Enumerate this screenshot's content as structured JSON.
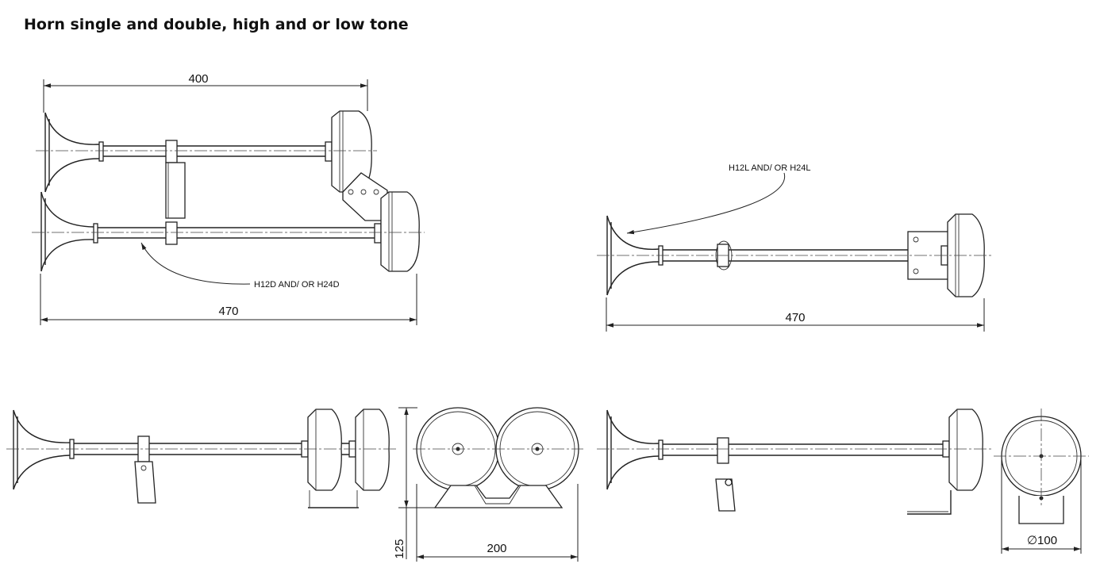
{
  "title": "Horn single and double, high and or low tone",
  "labels": {
    "double_model": "H12D AND/ OR H24D",
    "single_model": "H12L AND/ OR H24L"
  },
  "dimensions": {
    "double_top_width": "400",
    "double_total_length": "470",
    "single_total_length": "470",
    "height": "125",
    "double_front_width": "200",
    "single_diameter": "∅100"
  }
}
